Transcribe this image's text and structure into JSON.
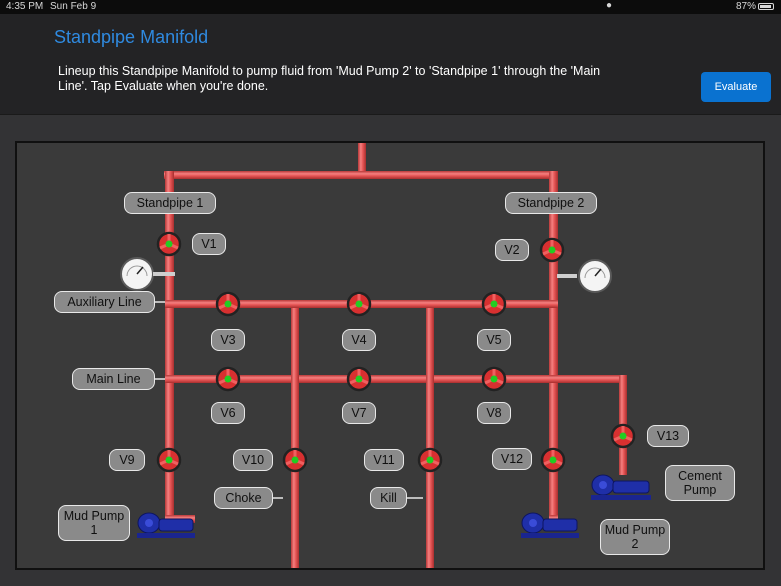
{
  "status_bar": {
    "time": "4:35 PM",
    "date": "Sun Feb 9",
    "battery": "87%"
  },
  "header": {
    "title": "Standpipe Manifold",
    "instructions": "Lineup this Standpipe Manifold to pump fluid from 'Mud Pump 2' to 'Standpipe 1' through the 'Main Line'. Tap Evaluate when you're done.",
    "evaluate_label": "Evaluate"
  },
  "colors": {
    "accent": "#2f8ae0",
    "button": "#0a72d0",
    "pipe": "#e85a5a",
    "valve_handle": "#e33030",
    "valve_open_indicator": "#22cc22",
    "pump": "#1f2fa8"
  },
  "labels": {
    "standpipe_1": "Standpipe 1",
    "standpipe_2": "Standpipe 2",
    "auxiliary_line": "Auxiliary Line",
    "main_line": "Main Line",
    "choke": "Choke",
    "kill": "Kill",
    "mud_pump_1": "Mud Pump 1",
    "mud_pump_2": "Mud Pump 2",
    "cement_pump": "Cement Pump"
  },
  "valves": {
    "v1": {
      "label": "V1",
      "state": "open"
    },
    "v2": {
      "label": "V2",
      "state": "open"
    },
    "v3": {
      "label": "V3",
      "state": "open"
    },
    "v4": {
      "label": "V4",
      "state": "open"
    },
    "v5": {
      "label": "V5",
      "state": "open"
    },
    "v6": {
      "label": "V6",
      "state": "open"
    },
    "v7": {
      "label": "V7",
      "state": "open"
    },
    "v8": {
      "label": "V8",
      "state": "open"
    },
    "v9": {
      "label": "V9",
      "state": "open"
    },
    "v10": {
      "label": "V10",
      "state": "open"
    },
    "v11": {
      "label": "V11",
      "state": "open"
    },
    "v12": {
      "label": "V12",
      "state": "open"
    },
    "v13": {
      "label": "V13",
      "state": "open"
    }
  },
  "icons": {
    "gauges": [
      "pressure-gauge-icon",
      "pressure-gauge-icon"
    ],
    "pumps": [
      "pump-icon",
      "pump-icon",
      "pump-icon"
    ],
    "valves": "valve-handwheel-icon"
  }
}
